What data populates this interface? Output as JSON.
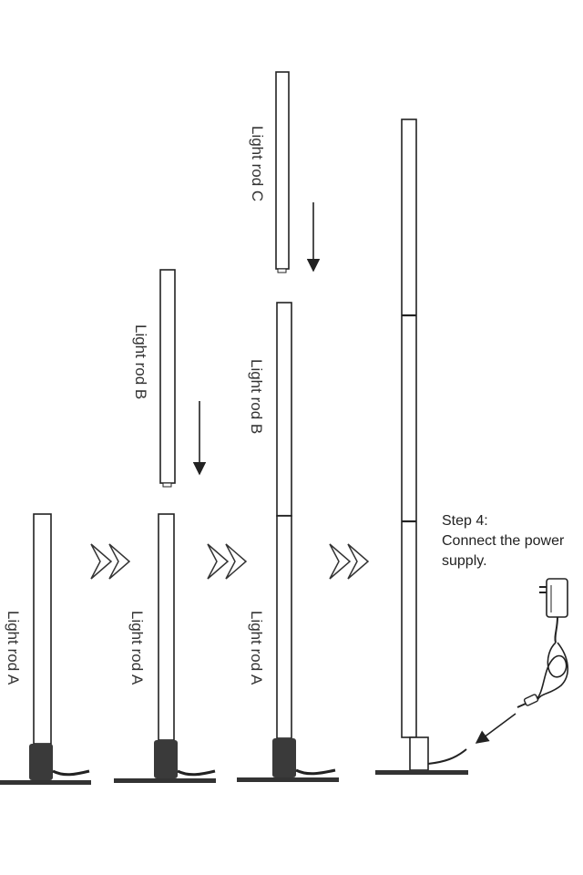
{
  "labels": {
    "rod_a": "Light rod A",
    "rod_b": "Light rod B",
    "rod_c": "Light rod C"
  },
  "step": {
    "heading": "Step 4:",
    "line1": "Connect the power",
    "line2": "supply."
  },
  "colors": {
    "line": "#222222",
    "base": "#3a3a3a",
    "background": "#ffffff"
  }
}
